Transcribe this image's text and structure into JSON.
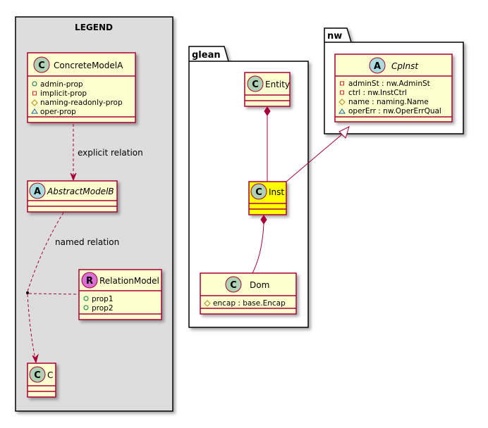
{
  "legend": {
    "title": "LEGEND",
    "concrete": {
      "stereotype": "C",
      "name": "ConcreteModelA",
      "attributes": [
        {
          "vis": "+",
          "name": "admin-prop"
        },
        {
          "vis": "-",
          "name": "implicit-prop"
        },
        {
          "vis": "#",
          "name": "naming-readonly-prop"
        },
        {
          "vis": "~",
          "name": "oper-prop"
        }
      ]
    },
    "abstract": {
      "stereotype": "A",
      "name": "AbstractModelB"
    },
    "relation_model": {
      "stereotype": "R",
      "name": "RelationModel",
      "attributes": [
        {
          "vis": "+",
          "name": "prop1"
        },
        {
          "vis": "+",
          "name": "prop2"
        }
      ]
    },
    "c_class": {
      "stereotype": "C",
      "name": "C"
    },
    "explicit_label": "explicit relation",
    "named_label": "named relation"
  },
  "glean": {
    "package": "glean",
    "entity": {
      "stereotype": "C",
      "name": "Entity"
    },
    "inst": {
      "stereotype": "C",
      "name": "Inst"
    },
    "dom": {
      "stereotype": "C",
      "name": "Dom",
      "attributes": [
        {
          "vis": "#",
          "name": "encap : base.Encap"
        }
      ]
    }
  },
  "nw": {
    "package": "nw",
    "cpinst": {
      "stereotype": "A",
      "name": "CpInst",
      "attributes": [
        {
          "vis": "-",
          "name": "adminSt : nw.AdminSt"
        },
        {
          "vis": "-",
          "name": "ctrl : nw.InstCtrl"
        },
        {
          "vis": "#",
          "name": "name : naming.Name"
        },
        {
          "vis": "~",
          "name": "operErr : nw.OperErrQual"
        }
      ]
    }
  },
  "colors": {
    "class_fill": "#FEFECE",
    "class_border": "#A80036",
    "inst_fill": "#FFFF00",
    "circle_c": "#ADD1B2",
    "circle_a": "#A9DCDF",
    "circle_r": "#DA70D6",
    "legend_bg": "#DDDDDD"
  }
}
